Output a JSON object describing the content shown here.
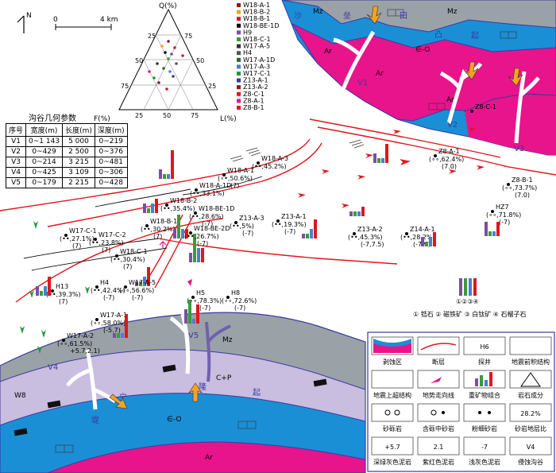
{
  "compass": {
    "north": "N"
  },
  "scale": {
    "zero": "0",
    "dist": "4 km"
  },
  "ternary": {
    "top": "Q(%)",
    "left": "F(%)",
    "right": "L(%)",
    "t25": "25",
    "t50": "50",
    "t75": "75"
  },
  "legend_samples": [
    "W18-A-1",
    "W18-B-2",
    "W18-B-1",
    "W18-BE-1D",
    "H9",
    "W18-C-1",
    "W17-A-5",
    "H4",
    "W17-A-1D",
    "W17-A-3",
    "W17-C-1",
    "Z13-A-1",
    "Z13-A-2",
    "Z8-C-1",
    "Z8-A-1",
    "Z8-B-1"
  ],
  "params_table": {
    "title": "沟谷几何参数",
    "headers": [
      "序号",
      "宽度(m)",
      "长度(m)",
      "深度(m)"
    ],
    "rows": [
      [
        "V1",
        "0~1 143",
        "5 000",
        "0~219"
      ],
      [
        "V2",
        "0~429",
        "2 500",
        "0~376"
      ],
      [
        "V3",
        "0~214",
        "3 215",
        "0~481"
      ],
      [
        "V4",
        "0~425",
        "3 109",
        "0~306"
      ],
      [
        "V5",
        "0~179",
        "2 215",
        "0~428"
      ]
    ]
  },
  "terrain_labels": {
    "sha": "沙",
    "lei": "垒",
    "tian": "田",
    "tu": "凸",
    "qi1": "起",
    "di": "堤",
    "ning": "宁",
    "long": "隆",
    "qi2": "起",
    "mz1": "Mz",
    "mz2": "Mz",
    "mz3": "Mz",
    "ar1": "Ar",
    "ar2": "Ar",
    "ar3": "Ar",
    "eo1": "∈-O",
    "eo2": "∈-O",
    "cp": "C+P",
    "v1": "V1",
    "v2": "V2",
    "v3": "V3",
    "v4": "V4",
    "v5": "V5",
    "w8": "W8"
  },
  "wells": [
    {
      "name": "Z8-A-1",
      "rock": "(∘∘,62.4%)",
      "val": "(7.0)"
    },
    {
      "name": "Z8-B-1",
      "rock": "(∘∘,73.7%)",
      "val": "(7.0)"
    },
    {
      "name": "Z8-C-1",
      "rock": "",
      "val": ""
    },
    {
      "name": "HZ7",
      "rock": "(∘∘,71.8%)",
      "val": "(-7)"
    },
    {
      "name": "W18-A-3",
      "rock": "(••,45.2%)",
      "val": ""
    },
    {
      "name": "W18-A-1",
      "rock": "(∘•,50.6%)",
      "val": "(7)"
    },
    {
      "name": "W18-A-1D",
      "rock": "(••,33.1%)",
      "val": ""
    },
    {
      "name": "W18-B-2",
      "rock": "(••,35.4%)",
      "val": ""
    },
    {
      "name": "W18-B-1",
      "rock": "(••,30.2%)",
      "val": "(7)"
    },
    {
      "name": "W18-BE-1D",
      "rock": "(••,28.6%)",
      "val": "(-7)"
    },
    {
      "name": "W18-BE-2D",
      "rock": "(••,26.7%)",
      "val": "(-7)"
    },
    {
      "name": "Z13-A-3",
      "rock": "(••,5%)",
      "val": "(-7)"
    },
    {
      "name": "Z13-A-1",
      "rock": "(••,19.3%)",
      "val": "(-7)"
    },
    {
      "name": "Z13-A-2",
      "rock": "(••,45.3%)",
      "val": "(-7,7.5)"
    },
    {
      "name": "Z14-A-1",
      "rock": "(••,28.2%)",
      "val": "(-7.9)"
    },
    {
      "name": "W17-C-1",
      "rock": "(••,27.1%)",
      "val": "(7)"
    },
    {
      "name": "W17-C-2",
      "rock": "(••,23.8%)",
      "val": "(7)"
    },
    {
      "name": "W18-C-1",
      "rock": "(••,30.4%)",
      "val": "(7)"
    },
    {
      "name": "H4",
      "rock": "(••,42.4%)",
      "val": "(-7)"
    },
    {
      "name": "W17-A-5",
      "rock": "(∘∘,56.6%)",
      "val": "(-7)"
    },
    {
      "name": "H13",
      "rock": "(••,39.3%)",
      "val": "(7)"
    },
    {
      "name": "H5",
      "rock": "(∘∘,78.3%)",
      "val": "(-7)"
    },
    {
      "name": "H8",
      "rock": "(∘∘,72.6%)",
      "val": "(-7)"
    },
    {
      "name": "W17-A-1",
      "rock": "(∘∘,58.0%)",
      "val": "(-5.7)"
    },
    {
      "name": "W17-A-2",
      "rock": "(∘∘,61.5%)",
      "val": "+5.7,2.1)"
    }
  ],
  "mineral_key": {
    "nums": "①②③④",
    "text": "① 锆石 ② 磁铁矿 ③ 白钛矿 ④ 石榴子石"
  },
  "mineral_colors": [
    "#7b4fa0",
    "#3b9a3b",
    "#4a7fd0",
    "#e0161e"
  ],
  "legend": [
    {
      "label": "剥蚀区"
    },
    {
      "label": "断层"
    },
    {
      "label": "探井",
      "sym": "H6"
    },
    {
      "label": "地震前积结构"
    },
    {
      "label": "地震上超结构"
    },
    {
      "label": "地势走向线"
    },
    {
      "label": "重矿物组合"
    },
    {
      "label": "岩石成分"
    },
    {
      "label": "砂砾岩"
    },
    {
      "label": "含砾中砂岩"
    },
    {
      "label": "粉细砂岩"
    },
    {
      "label": "砂岩地层比",
      "sym": "28.2%"
    },
    {
      "label": "深绿灰色泥岩",
      "sym": "+5.7"
    },
    {
      "label": "紫红色泥岩",
      "sym": "2.1"
    },
    {
      "label": "浅灰色泥岩",
      "sym": "-7"
    },
    {
      "label": "侵蚀沟谷",
      "sym": "V4"
    }
  ],
  "colors": {
    "magenta": "#e8148c",
    "blue": "#1a8fd6",
    "grey": "#9aa2a8",
    "lavender": "#c9bde0",
    "darkblue": "#3a3aa0",
    "red": "#e0161e",
    "green": "#1d9a3a",
    "orange": "#f5a21e"
  }
}
